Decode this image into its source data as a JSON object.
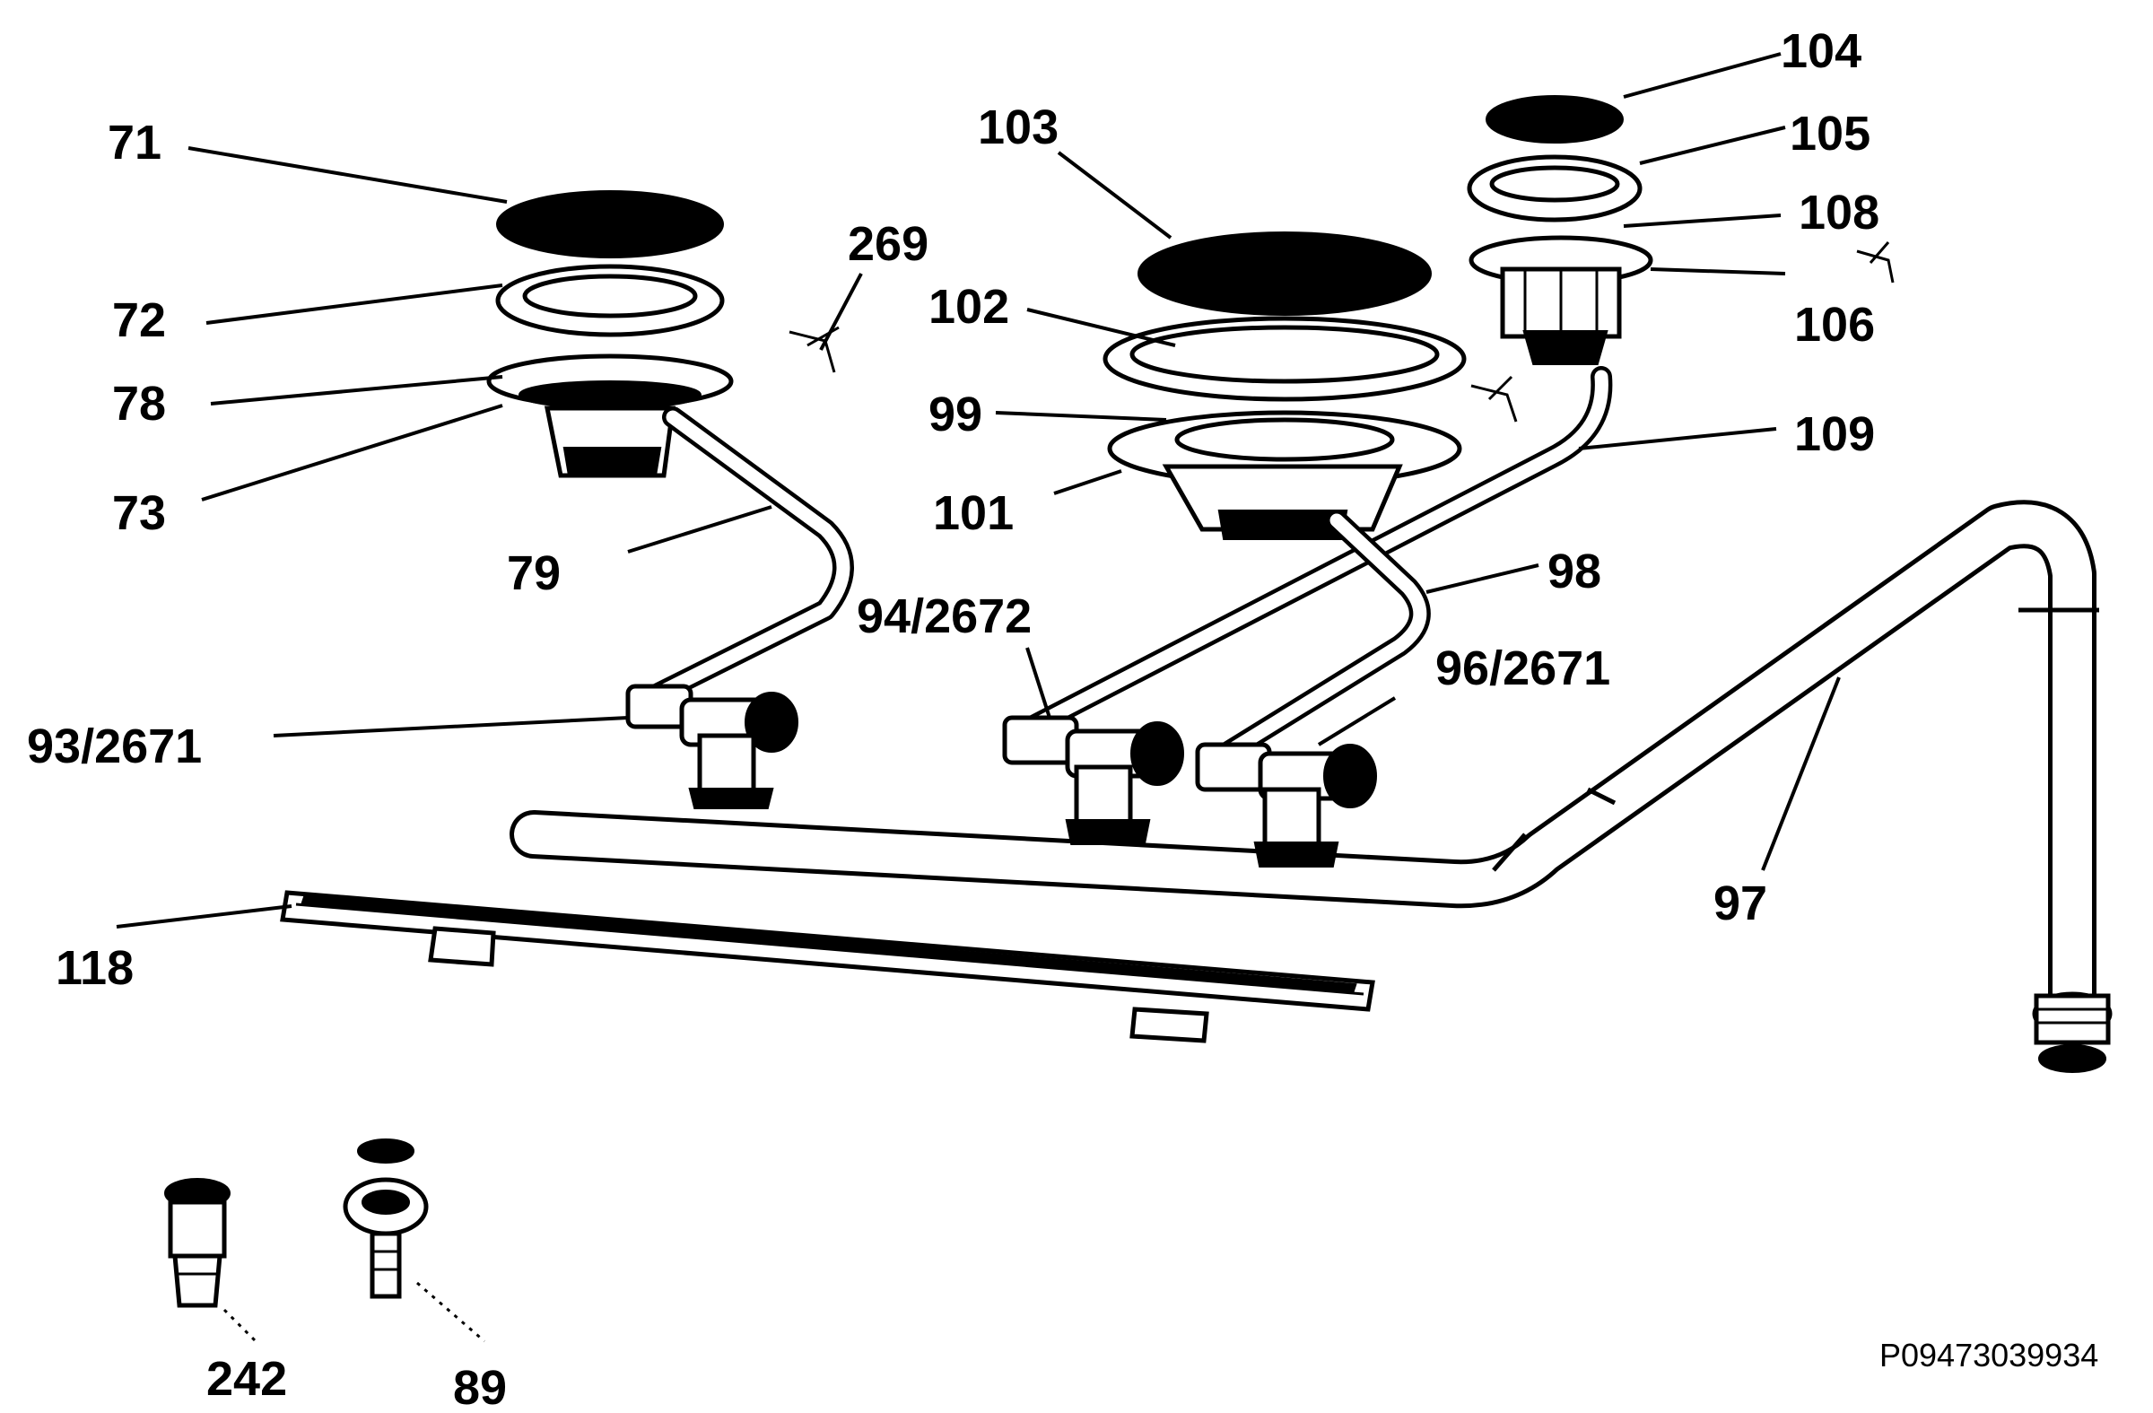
{
  "figure_code": "P09473039934",
  "parts": [
    {
      "id": "p71",
      "number": "71"
    },
    {
      "id": "p72",
      "number": "72"
    },
    {
      "id": "p78",
      "number": "78"
    },
    {
      "id": "p73",
      "number": "73"
    },
    {
      "id": "p79",
      "number": "79"
    },
    {
      "id": "p269",
      "number": "269"
    },
    {
      "id": "p103",
      "number": "103"
    },
    {
      "id": "p102",
      "number": "102"
    },
    {
      "id": "p99",
      "number": "99"
    },
    {
      "id": "p101",
      "number": "101"
    },
    {
      "id": "p104",
      "number": "104"
    },
    {
      "id": "p105",
      "number": "105"
    },
    {
      "id": "p108",
      "number": "108"
    },
    {
      "id": "p106",
      "number": "106"
    },
    {
      "id": "p109",
      "number": "109"
    },
    {
      "id": "p98",
      "number": "98"
    },
    {
      "id": "p94",
      "number": "94/2672"
    },
    {
      "id": "p96",
      "number": "96/2671"
    },
    {
      "id": "p93",
      "number": "93/2671"
    },
    {
      "id": "p97",
      "number": "97"
    },
    {
      "id": "p118",
      "number": "118"
    },
    {
      "id": "p242",
      "number": "242"
    },
    {
      "id": "p89",
      "number": "89"
    }
  ]
}
